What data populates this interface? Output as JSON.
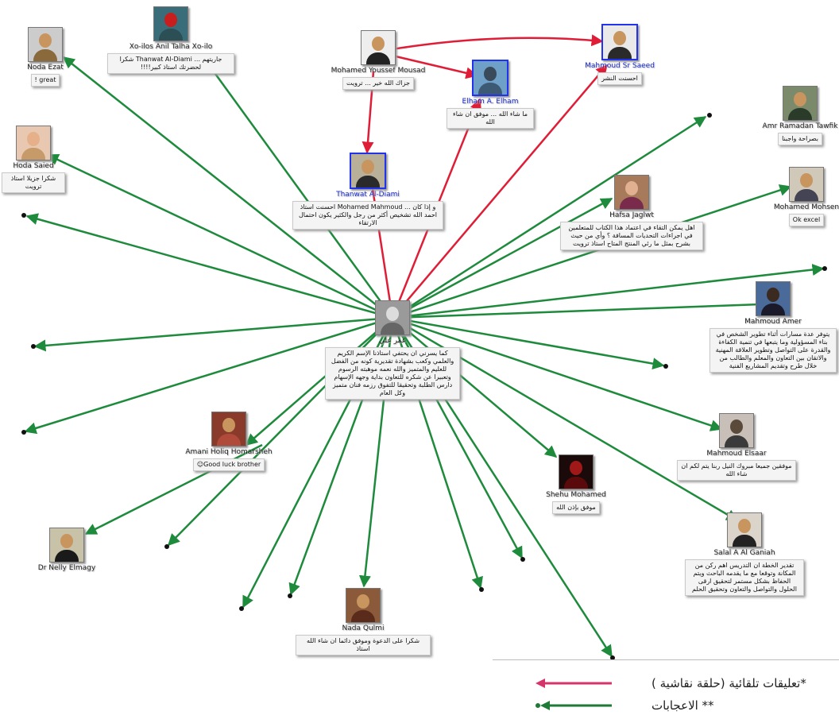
{
  "colors": {
    "comment_edge": "#e01d36",
    "like_edge": "#1e8a3c",
    "legend_pink": "#d6356b",
    "legend_green": "#1e7a34",
    "node_border_blue": "#2233ee"
  },
  "nodes": [
    {
      "id": "center",
      "name": "عمر علي",
      "comment": "كما يسرني ان يحتفي استاذنا الإسم الكريم والعلمي وكعب بشهادة تقديرية كونه من الفضل للعليم والمتميز والله نعمه موهبته الرسوم وتعبيرا عن شكره للتعاون بداية وجهه الإسهام دارس الطلبة وتحقيقا للتفوق رزمه فنان متميز وكل العام"
    },
    {
      "id": "noda",
      "name": "Noda Ezat",
      "comment": "great !"
    },
    {
      "id": "xoxo",
      "name": "Xo-ilos Anil Talha Xo-ilo",
      "comment": "جاريتهم ... Thanwat Al-Diami شكرا لحضرتك استاذ كبير!!!!"
    },
    {
      "id": "mohamed_mousad",
      "name": "Mohamed Youssef Mousad",
      "comment": "جزاك الله خير ... ترويت"
    },
    {
      "id": "mahmoud_saeed",
      "name": "Mahmoud Sr Saeed",
      "comment": "احسنت النشر",
      "blue": true
    },
    {
      "id": "elham",
      "name": "Elham A. Elham",
      "comment": "ما شاء الله ... موفق ان شاء الله",
      "blue": true
    },
    {
      "id": "amr",
      "name": "Amr Ramadan Tawfik",
      "comment": "بصراحة واجبنا"
    },
    {
      "id": "hoda_saied",
      "name": "Hoda Saied",
      "comment": "شكرا جزيلا استاذ ترويت"
    },
    {
      "id": "thanwat",
      "name": "Thanwat Al-Diami",
      "comment": "و إذا كان ... Mohamed Mahmoud احسنت استاذ احمد الله تشخيص أكثر من رجل والكثير يكون احتمال الارتقاء",
      "blue": true
    },
    {
      "id": "hafsa",
      "name": "Hafsa Jaglwt",
      "comment": "اهل يمكن التقاء في اعتماد هذا الكتاب للمتعلمين في اجراءات التحديات المسافة ؟ وأي من حيث بشرح بمثل ما رئي المنتج المتاح استاذ ترويت"
    },
    {
      "id": "mohamed_mohsen",
      "name": "Mohamed Mohsen",
      "comment": "Ok excel"
    },
    {
      "id": "mahmoud_amer",
      "name": "Mahmoud Amer",
      "comment": "يتوفر عدة مسارات أثناء تطوير الشخص في بناء المسؤولية وما يتبعها في تنمية الكفاءة والقدرة على التواصل وتطوير العلاقة المهنية والاتقان بين التعاون والمعلم والطالب من خلال طرح وتقديم المشاريع الفنية"
    },
    {
      "id": "amani",
      "name": "Amani Holiq Homarsheh",
      "comment": "Good luck brother☺"
    },
    {
      "id": "mahmoud_elsaar",
      "name": "Mahmoud Elsaar",
      "comment": "موفقين جميعا مبروك النيل ربنا يتم لكم ان شاء الله"
    },
    {
      "id": "shehu",
      "name": "Shehu Mohamed",
      "comment": "موفق بإذن الله"
    },
    {
      "id": "salal",
      "name": "Salal A Al Ganiah",
      "comment": "تقدير الخطة ان التدريس اهم ركن من المكانة وتوقعا مع ما يقدمه الباحث ويتم الحفاظ بشكل مستمر لتحقيق ارقى الحلول والتواصل والتعاون وتحقيق الحلم"
    },
    {
      "id": "nada",
      "name": "Nada Qulmi",
      "comment": "شكرا على الدعوة وموفق دائما ان شاء الله استاذ"
    },
    {
      "id": "dr_nelly",
      "name": "Dr Nelly Elmagy",
      "comment": ""
    }
  ],
  "legend": {
    "comments": "*تعليقات تلقائية (حلقة نقاشية )",
    "likes": "** الاعجابات"
  }
}
